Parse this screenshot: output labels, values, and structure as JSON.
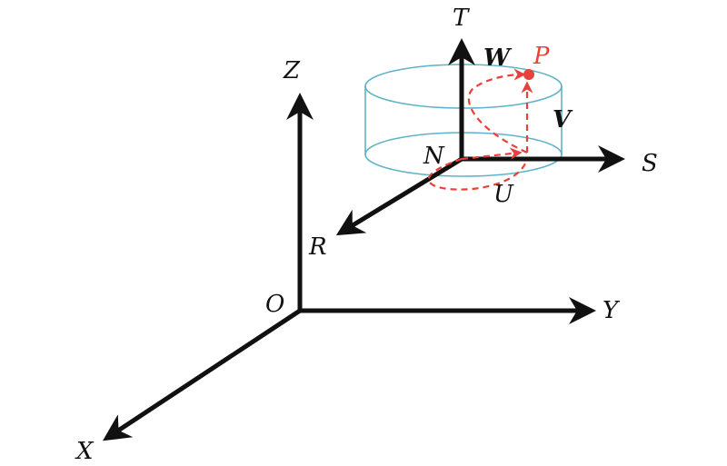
{
  "colors": {
    "axis": "#111111",
    "cylinder": "#5fb3c8",
    "path": "#e8413c",
    "background": "#ffffff"
  },
  "labels": {
    "origin": "O",
    "x_axis": "X",
    "y_axis": "Y",
    "z_axis": "Z",
    "local_origin": "N",
    "r_axis": "R",
    "s_axis": "S",
    "t_axis": "T",
    "point": "P",
    "u_component": "U",
    "v_component": "V",
    "w_component": "W"
  }
}
